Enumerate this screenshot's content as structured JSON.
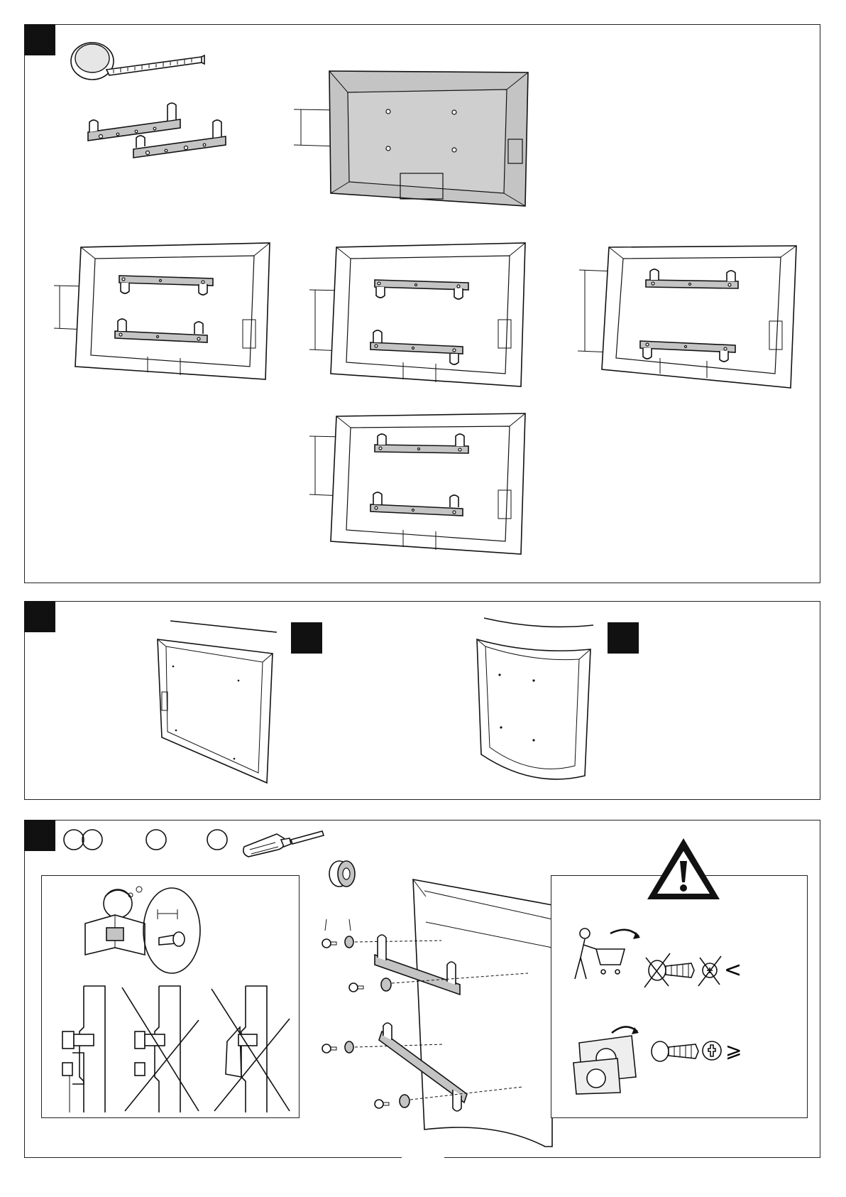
{
  "document": {
    "type": "wall-mount installation illustration sheet",
    "panels": [
      {
        "id": "panel-1",
        "step_label": "",
        "items": [
          "measuring-tape-icon",
          "mounting-bracket-pair-icon",
          "tv-back-grey-icon",
          "bracket-position-option-a",
          "bracket-position-option-b",
          "bracket-position-option-c",
          "bracket-position-option-d"
        ]
      },
      {
        "id": "panel-2",
        "step_label": "",
        "substeps": [
          {
            "id": "flat-tv",
            "step_label": ""
          },
          {
            "id": "curved-tv",
            "step_label": ""
          }
        ]
      },
      {
        "id": "panel-3",
        "step_label": "",
        "parts_circles": [
          "",
          "",
          "",
          ""
        ],
        "items": [
          "screwdriver-icon",
          "spacer-icon",
          "warning-triangle-icon",
          "shopping-cart-icon",
          "screw-icon",
          "bag-icon",
          "phillips-head-icon"
        ],
        "comparison_signs": {
          "less_than": "<",
          "greater_equal": "⩾"
        }
      }
    ]
  }
}
